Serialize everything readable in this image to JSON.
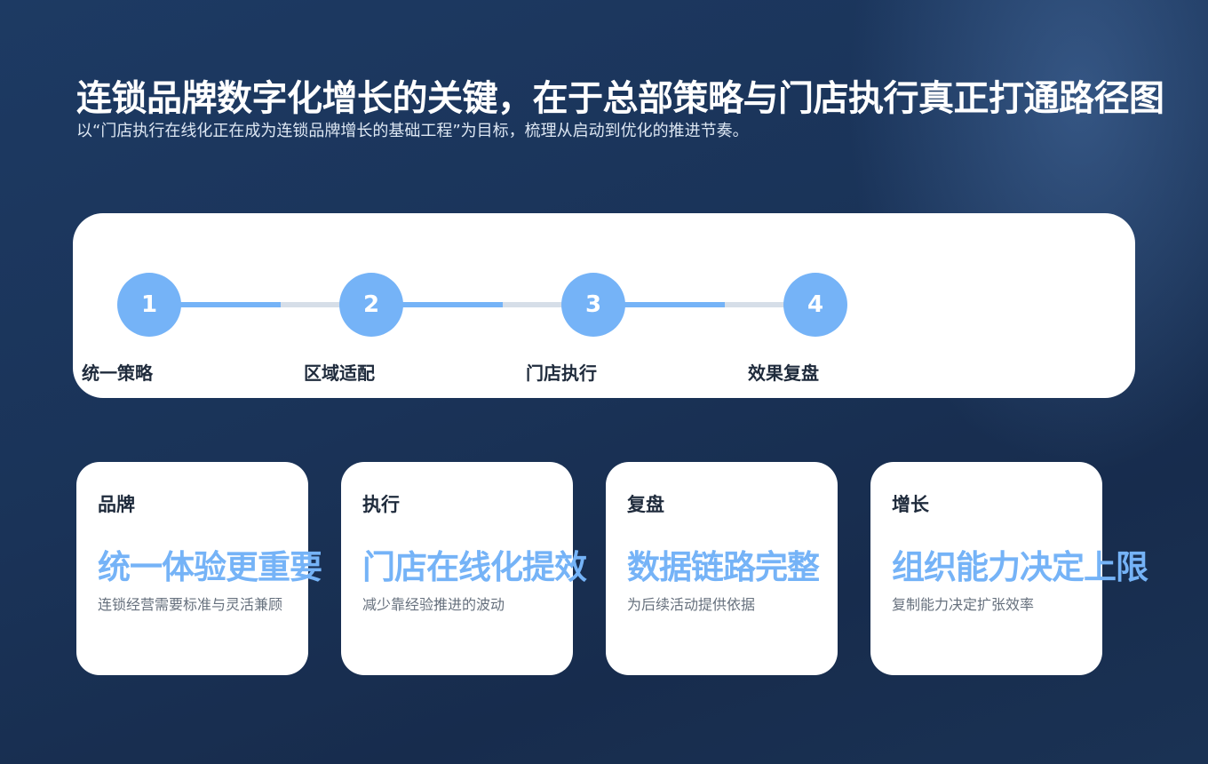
{
  "header": {
    "title": "连锁品牌数字化增长的关键，在于总部策略与门店执行真正打通路径图",
    "subtitle": "以“门店执行在线化正在成为连锁品牌增长的基础工程”为目标，梳理从启动到优化的推进节奏。"
  },
  "timeline": {
    "steps": [
      {
        "number": "1",
        "label": "统一策略"
      },
      {
        "number": "2",
        "label": "区域适配"
      },
      {
        "number": "3",
        "label": "门店执行"
      },
      {
        "number": "4",
        "label": "效果复盘"
      }
    ]
  },
  "cards": [
    {
      "category": "品牌",
      "headline": "统一体验更重要",
      "description": "连锁经营需要标准与灵活兼顾"
    },
    {
      "category": "执行",
      "headline": "门店在线化提效",
      "description": "减少靠经验推进的波动"
    },
    {
      "category": "复盘",
      "headline": "数据链路完整",
      "description": "为后续活动提供依据"
    },
    {
      "category": "增长",
      "headline": "组织能力决定上限",
      "description": "复制能力决定扩张效率"
    }
  ],
  "colors": {
    "accent": "#75b3f7",
    "track": "#d6dee8",
    "background": "#1a3358",
    "heading_text": "#1f2b3c",
    "muted_text": "#66707d"
  }
}
